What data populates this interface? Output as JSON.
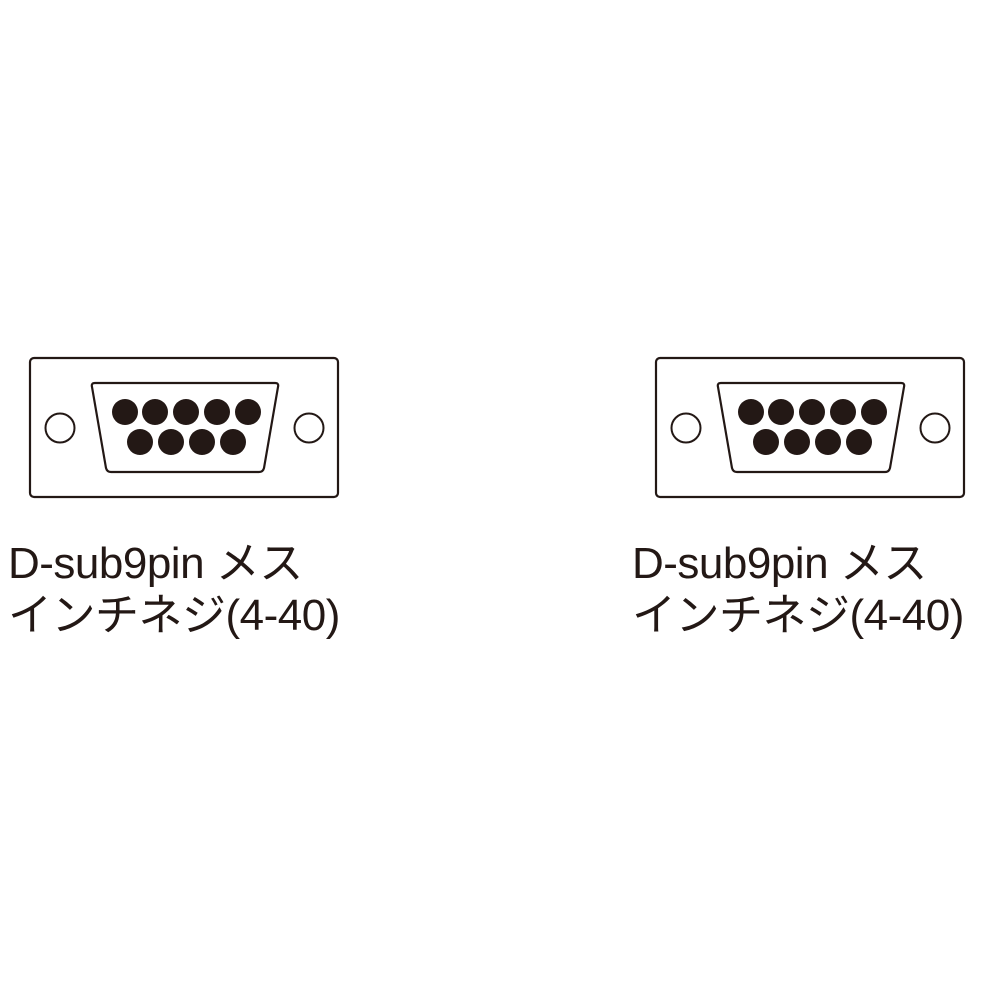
{
  "colors": {
    "stroke": "#231815",
    "pin": "#231815",
    "background": "#ffffff"
  },
  "connectors": [
    {
      "id": "left",
      "type": "D-sub 9pin female",
      "label_line1": "D-sub9pin メス",
      "label_line2": "インチネジ(4-40)",
      "pins_top_row": 5,
      "pins_bottom_row": 4
    },
    {
      "id": "right",
      "type": "D-sub 9pin female",
      "label_line1": "D-sub9pin メス",
      "label_line2": "インチネジ(4-40)",
      "pins_top_row": 5,
      "pins_bottom_row": 4
    }
  ]
}
